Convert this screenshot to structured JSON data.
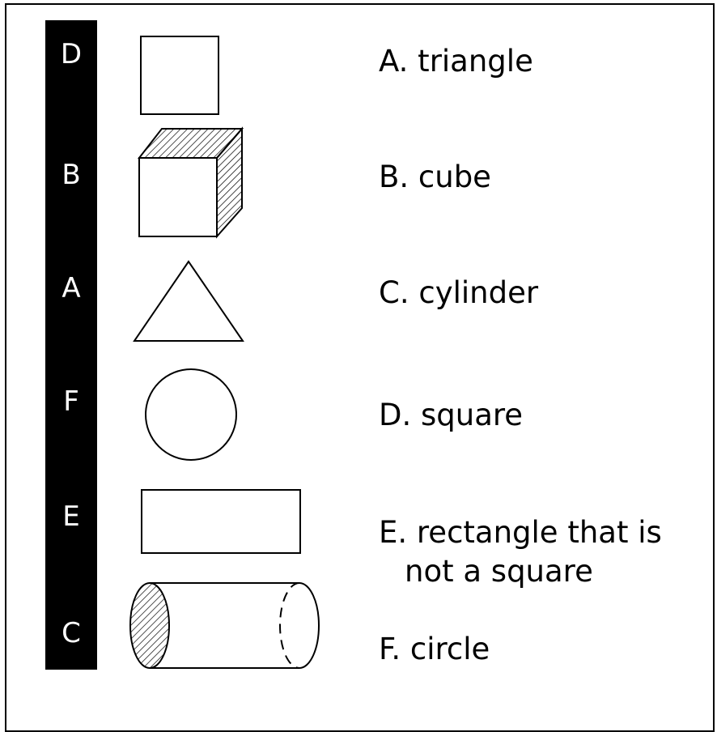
{
  "answers": [
    "D",
    "B",
    "A",
    "F",
    "E",
    "C"
  ],
  "shapes": [
    "square",
    "cube",
    "triangle",
    "circle",
    "rectangle",
    "cylinder"
  ],
  "labels": [
    {
      "letter": "A",
      "text": "A. triangle"
    },
    {
      "letter": "B",
      "text": "B. cube"
    },
    {
      "letter": "C",
      "text": "C. cylinder"
    },
    {
      "letter": "D",
      "text": "D. square"
    },
    {
      "letter": "E",
      "text": "E. rectangle that is",
      "continuation": "not a square"
    },
    {
      "letter": "F",
      "text": "F. circle"
    }
  ],
  "colors": {
    "ink": "#000000",
    "background": "#ffffff"
  }
}
